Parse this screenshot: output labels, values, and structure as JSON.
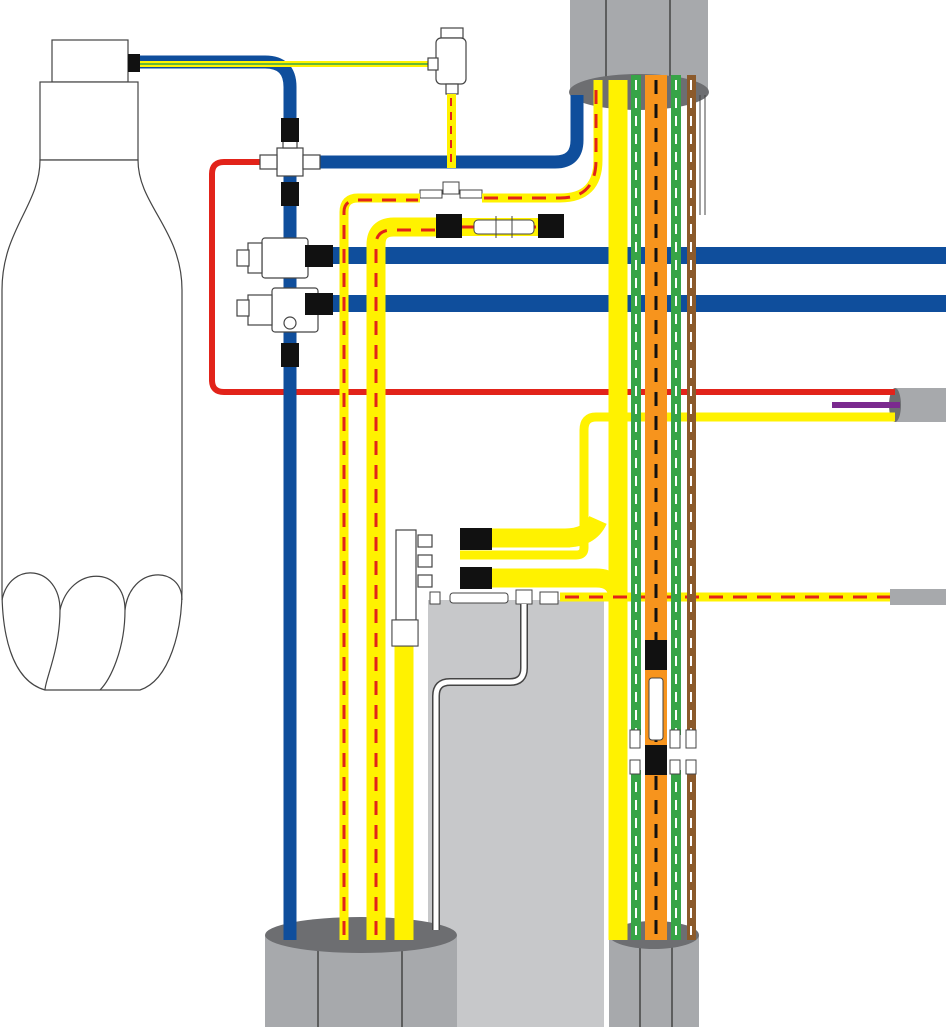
{
  "colors": {
    "background": "#ffffff",
    "outline": "#444444",
    "gray_pipe": "#a7a9ac",
    "gray_pipe_dark": "#6d6e71",
    "gray_panel": "#c7c8ca",
    "blue_hose": "#0f4e9c",
    "red_line": "#e2231a",
    "yellow_hose": "#fff200",
    "green_hose": "#37a447",
    "orange_hose": "#f7941d",
    "brown_hose": "#8b5a2b",
    "purple_line": "#7b2a8f",
    "black_coupling": "#111111",
    "white_fitting": "#f2f2f2"
  },
  "components": [
    {
      "id": "gas-cylinder",
      "kind": "cylinder"
    },
    {
      "id": "regulator",
      "kind": "valve"
    },
    {
      "id": "blue-supply-hose",
      "kind": "hose",
      "color": "blue_hose"
    },
    {
      "id": "red-supply-line",
      "kind": "line",
      "color": "red_line"
    },
    {
      "id": "yellow-hoses",
      "kind": "hose",
      "color": "yellow_hose"
    },
    {
      "id": "green-hoses",
      "kind": "hose",
      "color": "green_hose"
    },
    {
      "id": "orange-hose",
      "kind": "hose",
      "color": "orange_hose"
    },
    {
      "id": "brown-hose",
      "kind": "hose",
      "color": "brown_hose"
    },
    {
      "id": "conduit-top",
      "kind": "conduit"
    },
    {
      "id": "conduit-bottom-left",
      "kind": "conduit"
    },
    {
      "id": "conduit-bottom-right",
      "kind": "conduit"
    },
    {
      "id": "manifold-block",
      "kind": "manifold"
    }
  ]
}
